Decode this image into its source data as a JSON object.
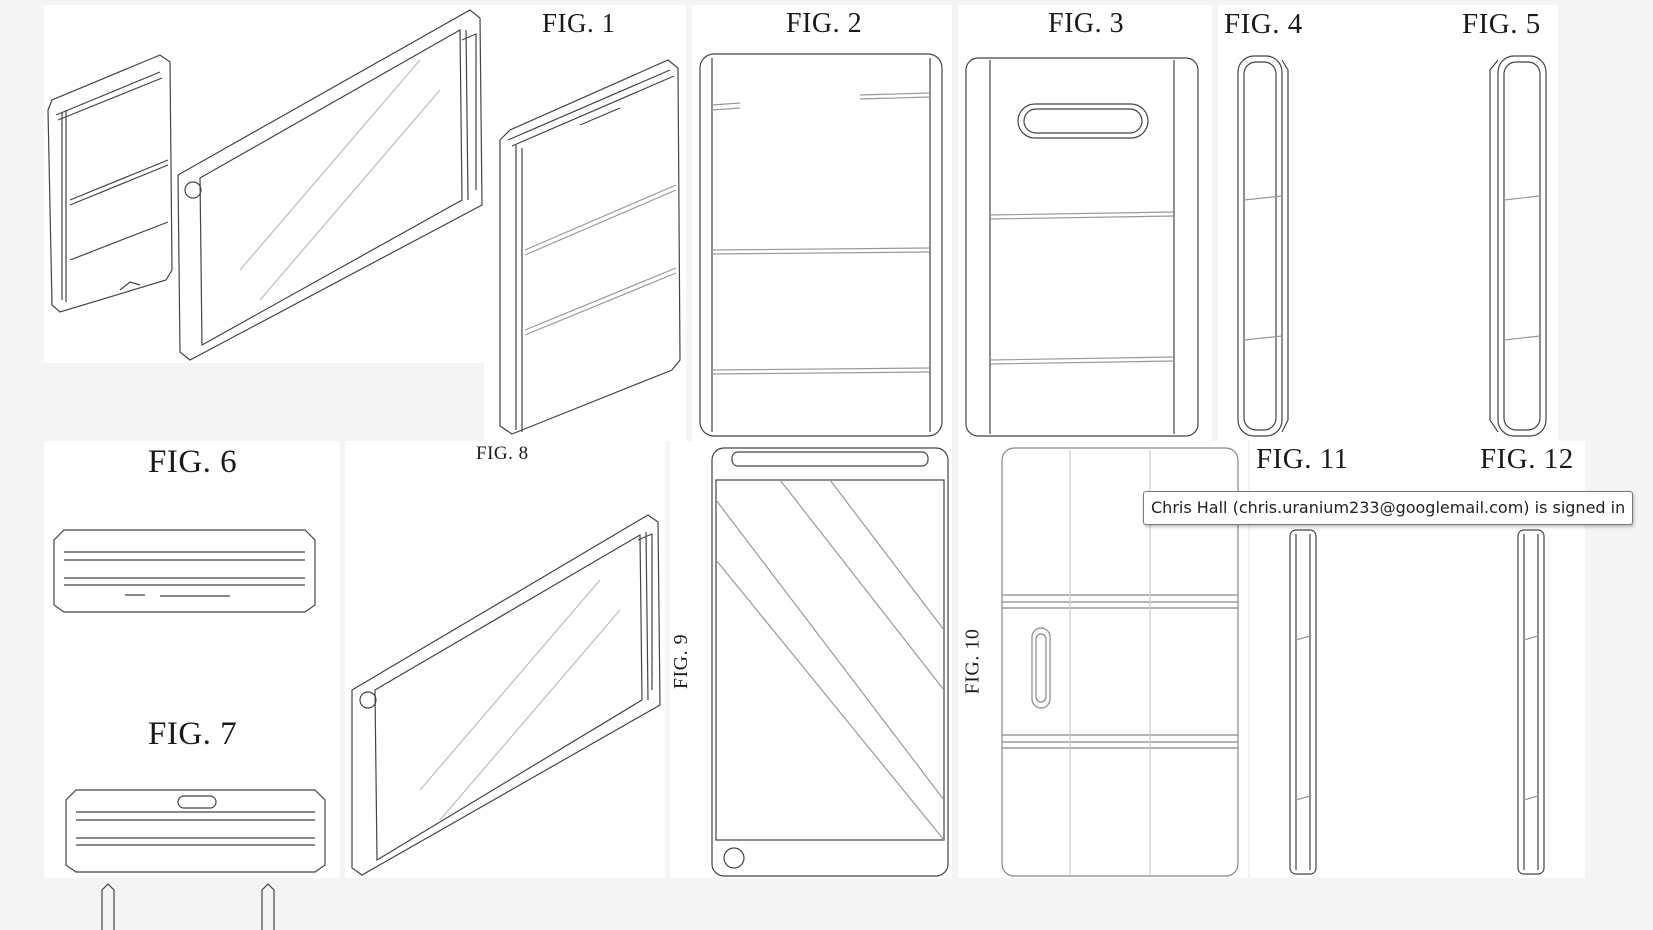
{
  "figures": {
    "fig1": "FIG. 1",
    "fig2": "FIG. 2",
    "fig3": "FIG. 3",
    "fig4": "FIG. 4",
    "fig5": "FIG. 5",
    "fig6": "FIG. 6",
    "fig7": "FIG. 7",
    "fig8": "FIG. 8",
    "fig9": "FIG. 9",
    "fig10": "FIG. 10",
    "fig11": "FIG. 11",
    "fig12": "FIG. 12"
  },
  "tooltip": {
    "text": "Chris Hall (chris.uranium233@googlemail.com) is signed in"
  }
}
